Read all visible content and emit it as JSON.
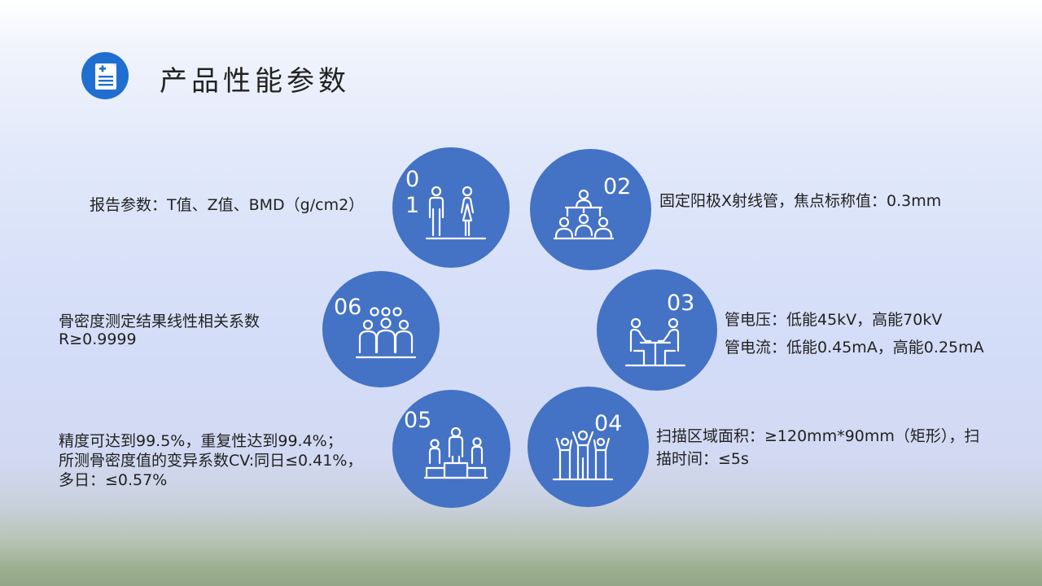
{
  "slide": {
    "title": "产品性能参数",
    "icon": "document-plus-icon",
    "accent_color": "#4472c4",
    "title_icon_color": "#1f6fd1"
  },
  "nodes": [
    {
      "id": "01",
      "number": "01",
      "icon": "man-woman-icon",
      "lines": [
        "报告参数：T值、Z值、BMD（g/cm2）"
      ]
    },
    {
      "id": "02",
      "number": "02",
      "icon": "team-hierarchy-icon",
      "lines": [
        "固定阳极X射线管，焦点标称值：0.3mm"
      ]
    },
    {
      "id": "03",
      "number": "03",
      "icon": "meeting-table-icon",
      "lines": [
        "管电压：低能45kV，高能70kV",
        "管电流：低能0.45mA，高能0.25mA"
      ]
    },
    {
      "id": "04",
      "number": "04",
      "icon": "celebrating-crowd-icon",
      "lines": [
        "扫描区域面积：≥120mm*90mm（矩形），扫",
        "描时间：≤5s"
      ]
    },
    {
      "id": "05",
      "number": "05",
      "icon": "podium-icon",
      "lines": [
        "精度可达到99.5%，重复性达到99.4%；",
        "所测骨密度值的变异系数CV:同日≤0.41%，",
        "多日：≤0.57%"
      ]
    },
    {
      "id": "06",
      "number": "06",
      "icon": "group-people-icon",
      "lines": [
        "骨密度测定结果线性相关系数",
        "R≥0.9999"
      ]
    }
  ]
}
